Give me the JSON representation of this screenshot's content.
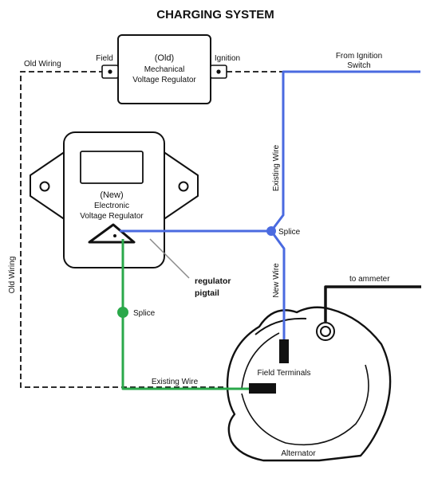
{
  "title": "CHARGING SYSTEM",
  "old_regulator": {
    "line1": "(Old)",
    "line2": "Mechanical",
    "line3": "Voltage Regulator",
    "field_label": "Field",
    "ignition_label": "Ignition"
  },
  "new_regulator": {
    "line1": "(New)",
    "line2": "Electronic",
    "line3": "Voltage Regulator"
  },
  "labels": {
    "old_wiring_top": "Old Wiring",
    "old_wiring_side": "Old Wiring",
    "from_ignition_1": "From Ignition",
    "from_ignition_2": "Switch",
    "existing_wire_vertical": "Existing Wire",
    "splice_blue": "Splice",
    "regulator_pigtail_1": "regulator",
    "regulator_pigtail_2": "pigtail",
    "new_wire": "New Wire",
    "to_ammeter": "to ammeter",
    "splice_green": "Splice",
    "existing_wire_green": "Existing Wire",
    "field_terminals": "Field Terminals",
    "alternator": "Alternator"
  },
  "colors": {
    "blue_wire": "#4a6ae0",
    "green_wire": "#2aa84a",
    "black": "#111111"
  }
}
